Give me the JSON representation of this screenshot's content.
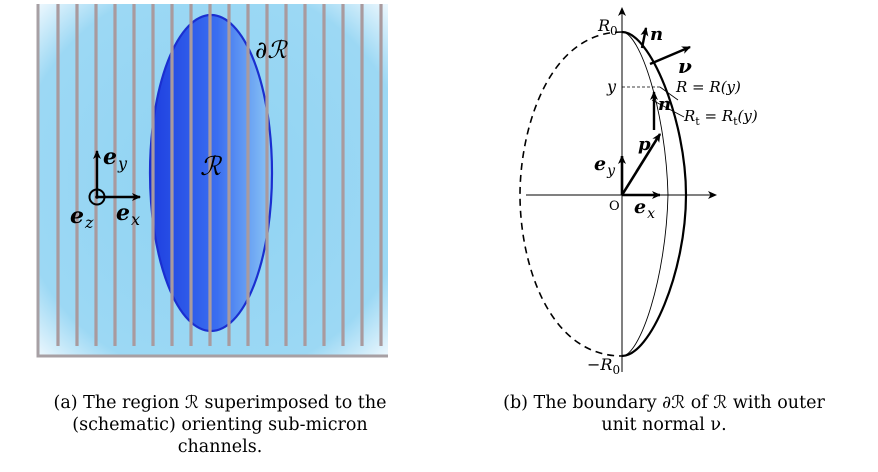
{
  "figure_a": {
    "region_label": "ℛ",
    "boundary_label": "∂ℛ",
    "ey_label": "e",
    "ey_sub": "y",
    "ex_label": "e",
    "ex_sub": "x",
    "ez_label": "e",
    "ez_sub": "z",
    "colors": {
      "background_light": "#bfe6f8",
      "background": "#8fd3f2",
      "ellipse_fill": "#2b62e8",
      "ellipse_edge": "#1a2fd0",
      "channels": "#a99a9e",
      "frame": "#a7a0a4"
    },
    "caption_lines": [
      "(a) The region ℛ superimposed to the",
      "(schematic) orienting sub-micron",
      "channels."
    ]
  },
  "figure_b": {
    "label_R0": "R",
    "label_R0_sub": "0",
    "label_minus_R0": "−R",
    "label_minus_R0_sub": "0",
    "label_y": "y",
    "label_R_eq": "R = R(y)",
    "label_Rt": "R",
    "label_Rt_sub": "t",
    "label_Rt_eq": " = R",
    "label_Rt_eq_sub": "t",
    "label_Rt_eq_end": "(y)",
    "label_n_top": "n",
    "label_nu": "ν",
    "label_n_mid": "n",
    "label_p": "p",
    "label_ey": "e",
    "label_ey_sub": "y",
    "label_ex": "e",
    "label_ex_sub": "x",
    "label_O": "O",
    "caption_lines": [
      "(b) The boundary ∂ℛ of ℛ with outer",
      "unit normal ν."
    ]
  }
}
